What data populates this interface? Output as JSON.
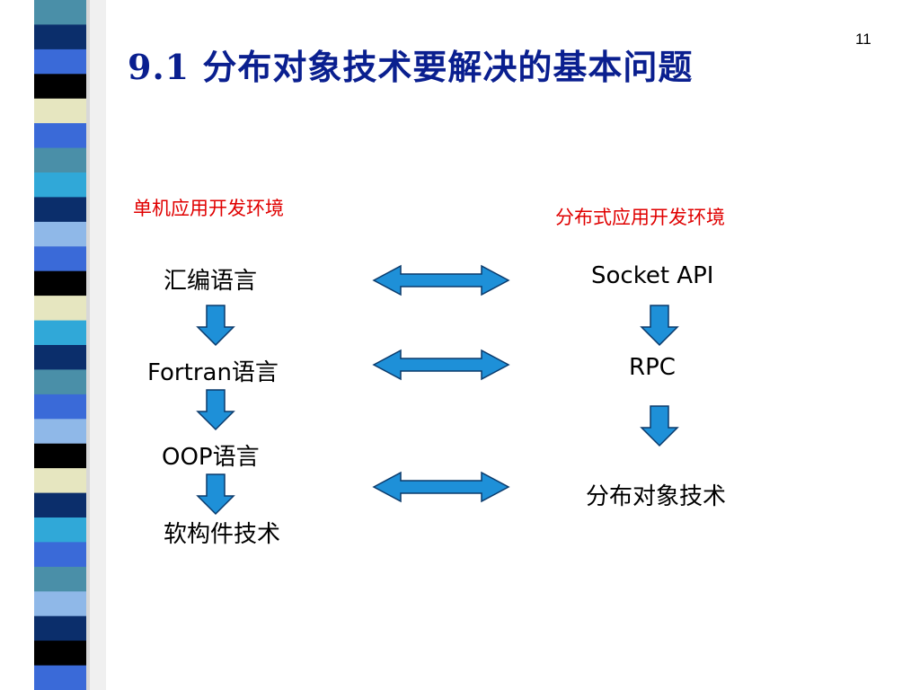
{
  "slide": {
    "title": "9.1 分布对象技术要解决的基本问题",
    "page_number": "11"
  },
  "columns": {
    "left_header": "单机应用开发环境",
    "right_header": "分布式应用开发环境",
    "left_items": [
      "汇编语言",
      "Fortran语言",
      "OOP语言",
      "软构件技术"
    ],
    "right_items": [
      "Socket API",
      "RPC",
      "分布对象技术"
    ]
  },
  "style": {
    "title_color": "#0a1f8f",
    "header_color": "#e00000",
    "arrow_fill": "#1e90d8",
    "arrow_stroke": "#0b3a6b",
    "strip_colors": [
      "#4a8fa8",
      "#0b2e6b",
      "#3a6ad8",
      "#000000",
      "#e6e6c0",
      "#30a8d8",
      "#8fb8e8",
      "#ffffff"
    ]
  }
}
